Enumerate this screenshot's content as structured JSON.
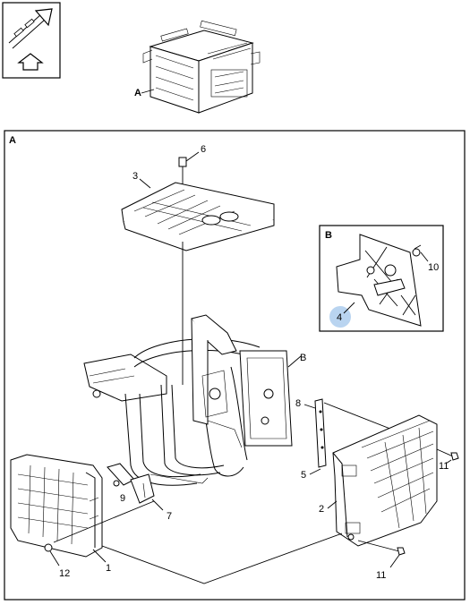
{
  "views": {
    "overview_label": "A",
    "main_label": "A",
    "detail_label": "B"
  },
  "callouts": {
    "c1": "1",
    "c2": "2",
    "c3": "3",
    "c4": "4",
    "c5": "5",
    "c6": "6",
    "c7": "7",
    "c8": "8",
    "c9": "9",
    "c10": "10",
    "c11a": "11",
    "c11b": "11",
    "c12": "12",
    "cB": "B"
  },
  "colors": {
    "highlight": "#b9d4f0"
  },
  "icons": [
    "forward-arrow-icon",
    "up-arrow-icon"
  ]
}
